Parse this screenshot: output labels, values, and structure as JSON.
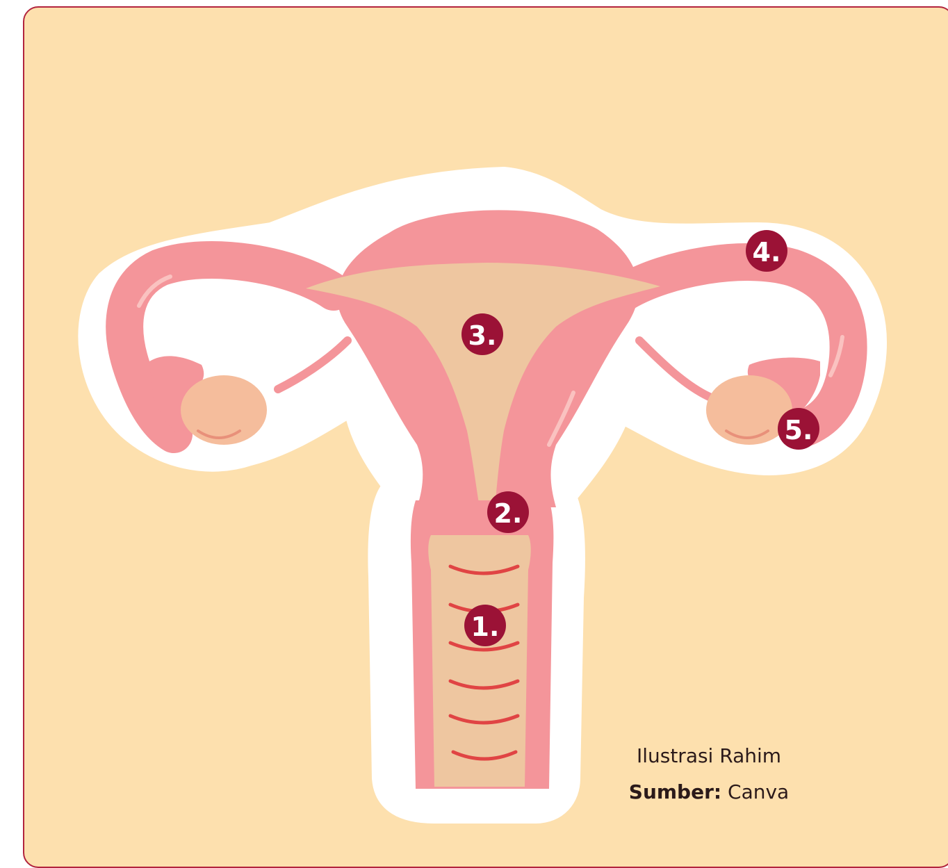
{
  "colors": {
    "background": "#fde0ae",
    "border": "#b2243e",
    "uterus": "#f4959a",
    "cavity": "#eec6a0",
    "ovary": "#f5bd9c",
    "ring_lines": "#e04444",
    "marker": "#9b1236",
    "outline": "#ffffff"
  },
  "markers": [
    {
      "label": "1."
    },
    {
      "label": "2."
    },
    {
      "label": "3."
    },
    {
      "label": "4."
    },
    {
      "label": "5."
    }
  ],
  "caption": {
    "title": "Ilustrasi Rahim",
    "source_label": "Sumber:",
    "source_value": "Canva"
  }
}
